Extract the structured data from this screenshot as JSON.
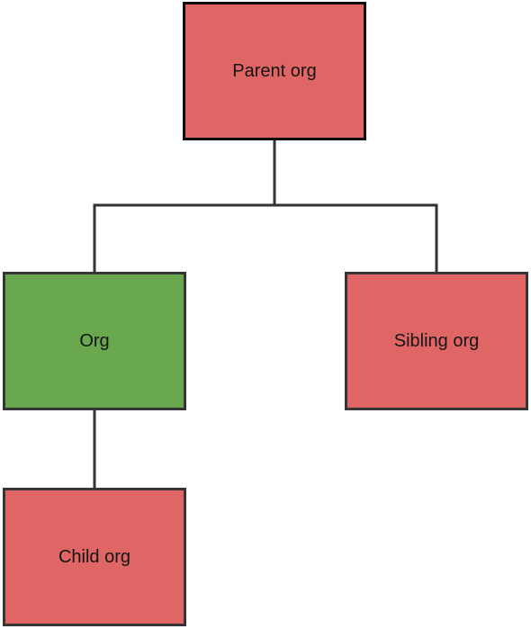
{
  "colors": {
    "related_org_fill": "#e06666",
    "current_org_fill": "#6aa84f",
    "connector": "#333333"
  },
  "nodes": {
    "parent": {
      "label": "Parent org",
      "role": "related"
    },
    "org": {
      "label": "Org",
      "role": "current"
    },
    "sibling": {
      "label": "Sibling org",
      "role": "related"
    },
    "child": {
      "label": "Child org",
      "role": "related"
    }
  }
}
